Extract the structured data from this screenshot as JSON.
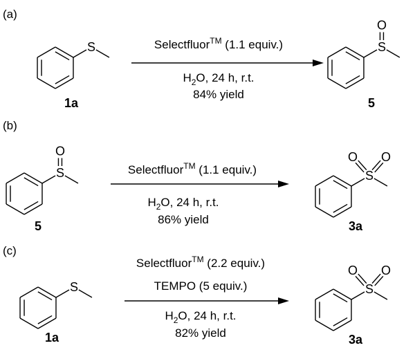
{
  "atoms": {
    "sulfur": "S",
    "oxygen": "O"
  },
  "schemes": [
    {
      "tag": "(a)",
      "reactant": {
        "label": "1a",
        "type": "sulfide"
      },
      "product": {
        "label": "5",
        "type": "sulfoxide"
      },
      "conditions": {
        "reagent": "Selectfluor",
        "reagent_sup": "TM",
        "reagent_amount": " (1.1 equiv.)",
        "solvent_h": "H",
        "solvent_sub": "2",
        "solvent_rest": "O, 24 h, r.t.",
        "yield": "84% yield"
      }
    },
    {
      "tag": "(b)",
      "reactant": {
        "label": "5",
        "type": "sulfoxide"
      },
      "product": {
        "label": "3a",
        "type": "sulfone"
      },
      "conditions": {
        "reagent": "Selectfluor",
        "reagent_sup": "TM",
        "reagent_amount": " (1.1 equiv.)",
        "solvent_h": "H",
        "solvent_sub": "2",
        "solvent_rest": "O, 24 h, r.t.",
        "yield": "86% yield"
      }
    },
    {
      "tag": "(c)",
      "reactant": {
        "label": "1a",
        "type": "sulfide"
      },
      "product": {
        "label": "3a",
        "type": "sulfone"
      },
      "conditions": {
        "reagent": "Selectfluor",
        "reagent_sup": "TM",
        "reagent_amount": " (2.2 equiv.)",
        "additive": "TEMPO (5 equiv.)",
        "solvent_h": "H",
        "solvent_sub": "2",
        "solvent_rest": "O, 24 h, r.t.",
        "yield": "82% yield"
      }
    }
  ]
}
